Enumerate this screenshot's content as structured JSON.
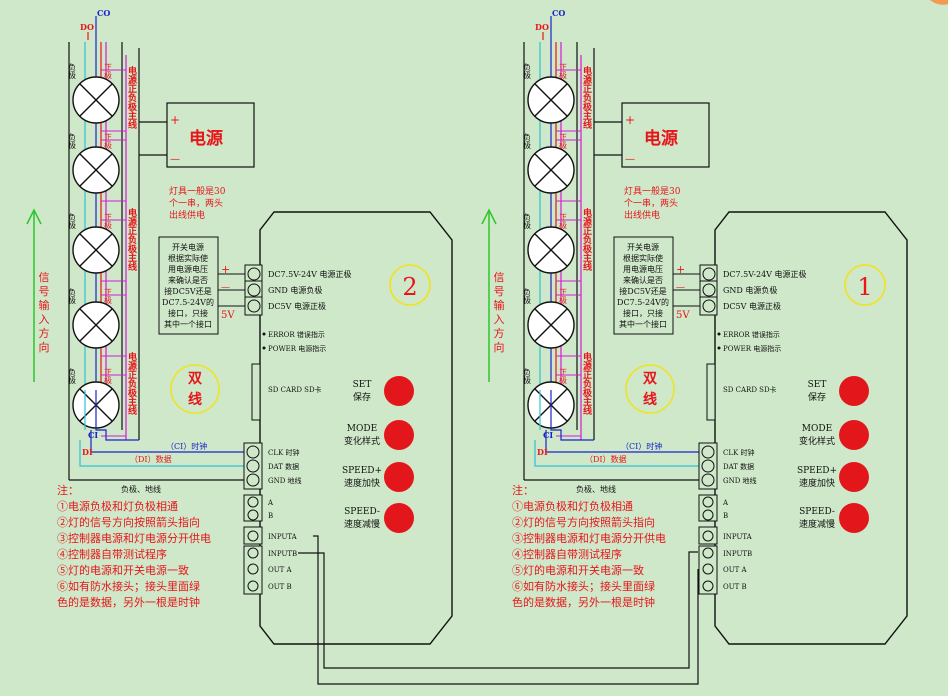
{
  "colors": {
    "background": "#cfe8c9",
    "red": "#e8151b",
    "blue": "#1a24c8",
    "cyan": "#2cc4d6",
    "magenta": "#d51ad6",
    "green_arrow": "#2dc52d",
    "button_red": "#e3171b",
    "circle_yellow": "#f2e21b",
    "orange_corner": "#f39a52"
  },
  "top_labels": {
    "d0": "DO",
    "c0": "CO"
  },
  "lamp_labels": {
    "negative": "负极",
    "positive": "正极"
  },
  "rail_labels": {
    "top": "电源正负极主线",
    "middle": "电源正负极主线",
    "bottom": "电源正负极主线"
  },
  "power_box": {
    "title": "电源",
    "plus": "+",
    "minus": "—"
  },
  "power_note": [
    "灯具一般是30",
    "个一串，两头",
    "出线供电"
  ],
  "psu_note": [
    "开关电源",
    "根据实际使",
    "用电源电压",
    "来确认是否",
    "接DC5V还是",
    "DC7.5-24V的",
    "接口，只接",
    "其中一个接口"
  ],
  "left_signal": {
    "chars": [
      "信",
      "号",
      "输",
      "入",
      "方",
      "向"
    ]
  },
  "dual_wire": {
    "line1": "双",
    "line2": "线"
  },
  "wire_labels": {
    "ci": "CI",
    "di": "DI",
    "clock": "（CI）时钟",
    "data": "（DI）数据",
    "ground": "负极、地线"
  },
  "controller_ports": {
    "dc75": "DC7.5V-24V 电源正极",
    "gnd": "GND 电源负极",
    "dc5": "DC5V 电源正极",
    "five_v": "5V",
    "plus": "+",
    "minus": "—",
    "error": "ERROR 错误指示",
    "power": "POWER 电源指示",
    "sd": "SD CARD SD卡",
    "clk": "CLK 时钟",
    "dat": "DAT 数据",
    "gnd2": "GND 地线",
    "a": "A",
    "b": "B",
    "inputa": "INPUTA",
    "inputb": "INPUTB",
    "outa": "OUT A",
    "outb": "OUT B"
  },
  "buttons": {
    "set_en": "SET",
    "set_cn": "保存",
    "mode_en": "MODE",
    "mode_cn": "变化样式",
    "speedp_en": "SPEED+",
    "speedp_cn": "速度加快",
    "speedm_en": "SPEED-",
    "speedm_cn": "速度减慢"
  },
  "controllers": [
    {
      "number": "2"
    },
    {
      "number": "1"
    }
  ],
  "notes": {
    "title": "注：",
    "items": [
      "①电源负极和灯负极相通",
      "②灯的信号方向按照箭头指向",
      "③控制器电源和灯电源分开供电",
      "④控制器自带测试程序",
      "⑤灯的电源和开关电源一致",
      "⑥如有防水接头；接头里面绿",
      "色的是数据，另外一根是时钟"
    ]
  }
}
